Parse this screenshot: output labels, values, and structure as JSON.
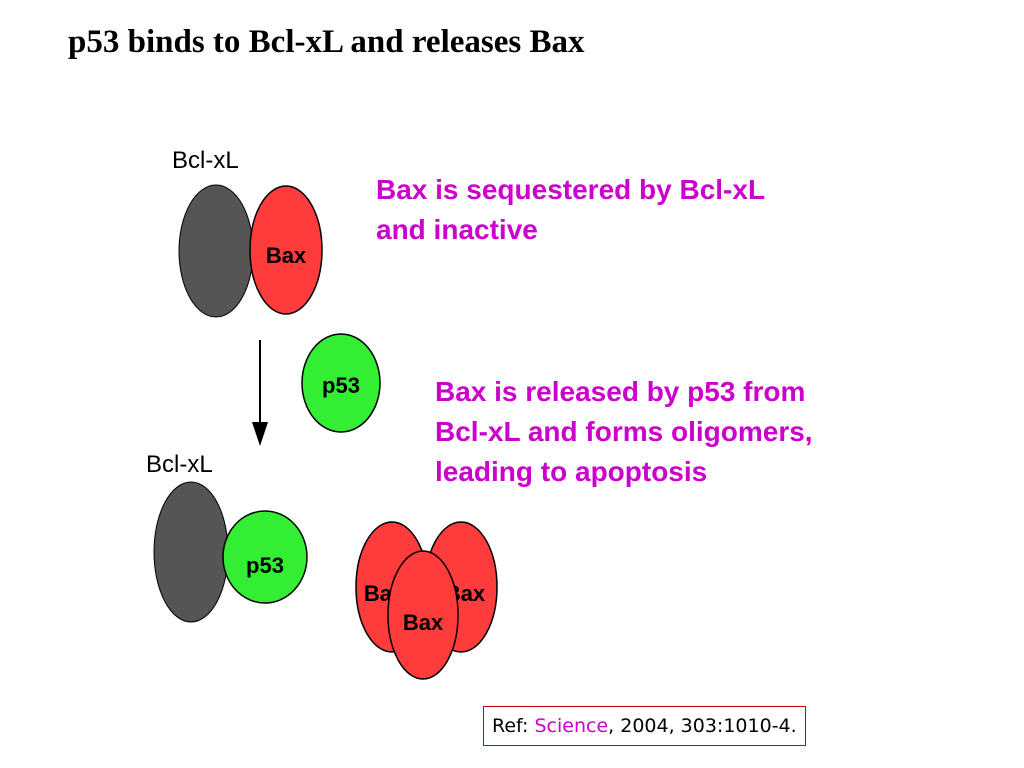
{
  "title": "p53 binds to Bcl-xL and releases Bax",
  "diagram": {
    "top_complex": {
      "bcl_label": "Bcl-xL",
      "bax_label": "Bax"
    },
    "free_p53_label": "p53",
    "bottom_complex": {
      "bcl_label": "Bcl-xL",
      "p53_label": "p53"
    },
    "oligomer_labels": [
      "Bax",
      "Bax",
      "Bax"
    ]
  },
  "notes": {
    "top": [
      "Bax is sequestered by Bcl-xL",
      "and inactive"
    ],
    "bottom": [
      "Bax is released by p53 from",
      "Bcl-xL and forms oligomers,",
      "leading to apoptosis"
    ]
  },
  "reference": {
    "prefix": "Ref: ",
    "journal": "Science",
    "suffix": ", 2004, 303:1010-4."
  },
  "colors": {
    "bcl": "#555555",
    "bax": "#ff3c3c",
    "p53": "#33ee33",
    "note_text": "#cc00cc",
    "ref_border": "#cc0000"
  }
}
